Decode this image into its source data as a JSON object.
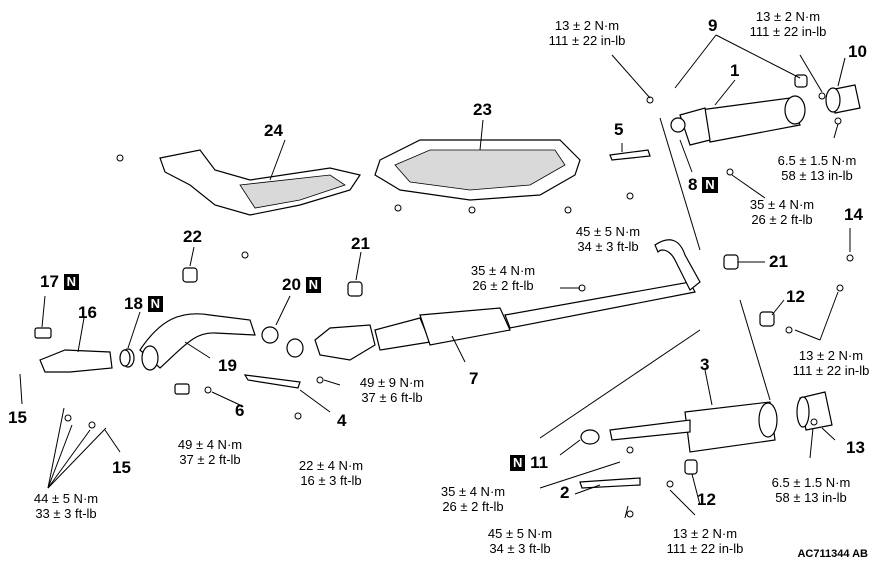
{
  "torques": {
    "t1": [
      "13 ± 2 N·m",
      "111 ± 22 in-lb"
    ],
    "t2": [
      "13 ± 2 N·m",
      "111 ± 22 in-lb"
    ],
    "t3": [
      "6.5 ± 1.5 N·m",
      "58 ± 13 in-lb"
    ],
    "t4": [
      "35 ± 4 N·m",
      "26 ± 2 ft-lb"
    ],
    "t5": [
      "45 ± 5 N·m",
      "34 ± 3 ft-lb"
    ],
    "t6": [
      "35 ± 4 N·m",
      "26 ± 2 ft-lb"
    ],
    "t7": [
      "13 ± 2 N·m",
      "111 ± 22 in-lb"
    ],
    "t8": [
      "49 ± 9 N·m",
      "37 ± 6 ft-lb"
    ],
    "t9": [
      "49 ± 4 N·m",
      "37 ± 2 ft-lb"
    ],
    "t10": [
      "22 ± 4 N·m",
      "16 ± 3 ft-lb"
    ],
    "t11": [
      "44 ± 5 N·m",
      "33 ± 3 ft-lb"
    ],
    "t12": [
      "35 ± 4 N·m",
      "26 ± 2 ft-lb"
    ],
    "t13": [
      "45 ± 5 N·m",
      "34 ± 3 ft-lb"
    ],
    "t14": [
      "13 ± 2 N·m",
      "111 ± 22 in-lb"
    ],
    "t15": [
      "6.5 ± 1.5 N·m",
      "58 ± 13 in-lb"
    ]
  },
  "parts": {
    "p1": "1",
    "p2": "2",
    "p3": "3",
    "p4": "4",
    "p5": "5",
    "p6": "6",
    "p7": "7",
    "p8": "8",
    "p9": "9",
    "p10": "10",
    "p11": "11",
    "p12a": "12",
    "p12b": "12",
    "p13": "13",
    "p14": "14",
    "p15a": "15",
    "p15b": "15",
    "p16": "16",
    "p17": "17",
    "p18": "18",
    "p19": "19",
    "p20": "20",
    "p21a": "21",
    "p21b": "21",
    "p22": "22",
    "p23": "23",
    "p24": "24"
  },
  "badge": "N",
  "figure_code": "AC711344 AB"
}
